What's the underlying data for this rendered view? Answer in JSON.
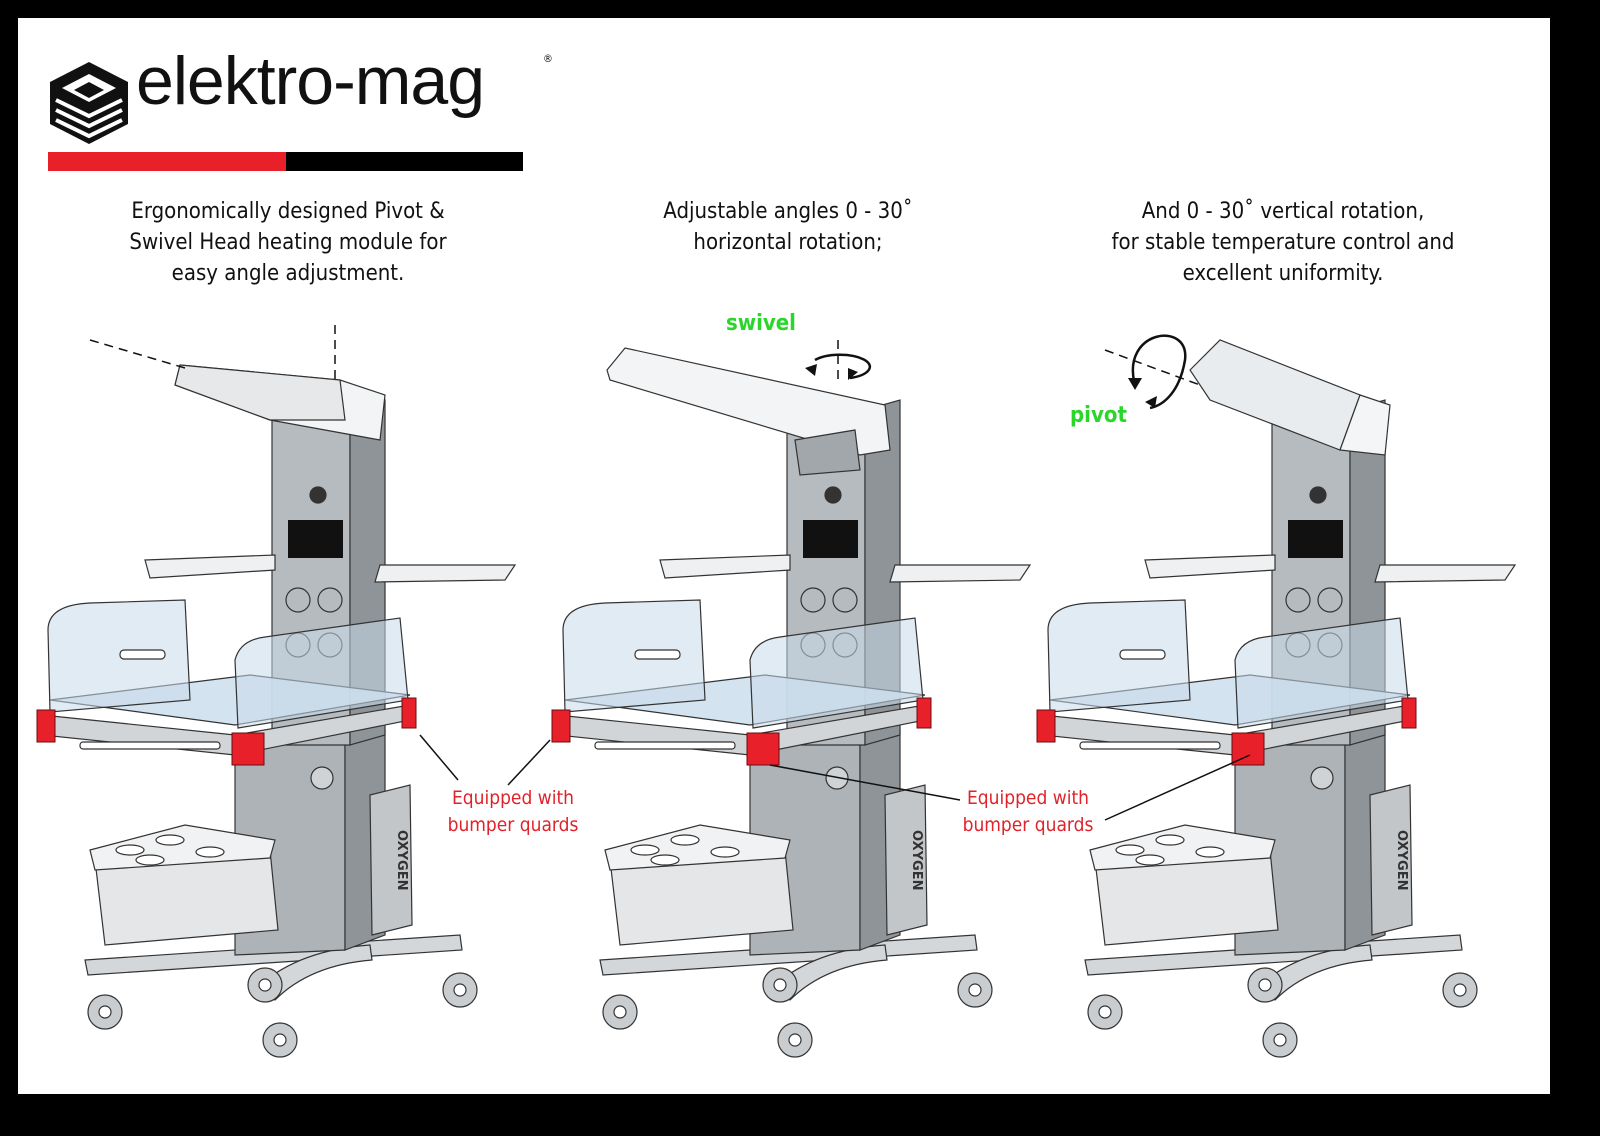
{
  "brand": {
    "name": "elektro-mag",
    "registered_mark": "®"
  },
  "colors": {
    "brand_red": "#e8202a",
    "brand_black": "#000000",
    "callout_red": "#e0222a",
    "label_green": "#2bd62b",
    "metal": "#b9bec2"
  },
  "panels": [
    {
      "caption_lines": [
        "Ergonomically designed Pivot &",
        "Swivel Head heating module for",
        "easy angle adjustment."
      ],
      "product_label": "OXYGEN"
    },
    {
      "caption_lines": [
        "Adjustable angles  0 - 30˚",
        "horizontal rotation;"
      ],
      "motion_label": "swivel",
      "product_label": "OXYGEN"
    },
    {
      "caption_lines": [
        "And  0 - 30˚ vertical rotation,",
        "for stable temperature control and",
        "excellent uniformity."
      ],
      "motion_label": "pivot",
      "product_label": "OXYGEN"
    }
  ],
  "callouts": [
    {
      "lines": [
        "Equipped with",
        "bumper quards"
      ]
    },
    {
      "lines": [
        "Equipped with",
        "bumper quards"
      ]
    }
  ]
}
